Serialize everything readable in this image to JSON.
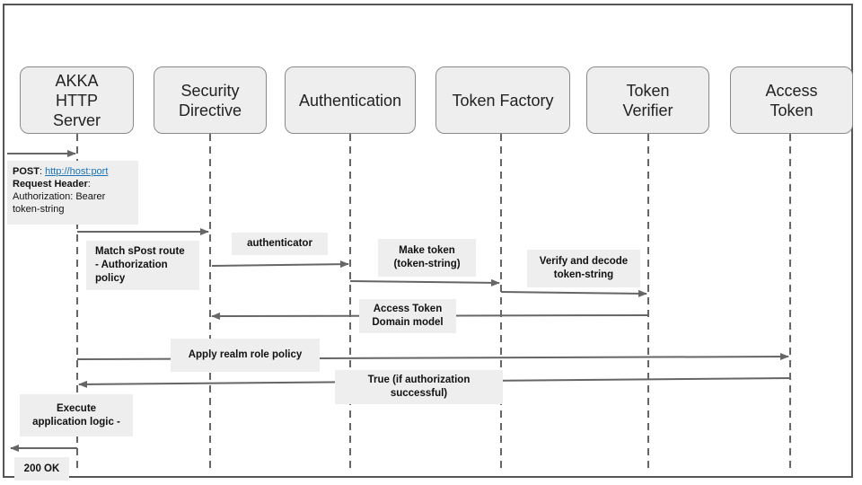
{
  "actors": [
    {
      "id": "akka",
      "label": "AKKA\nHTTP\nServer"
    },
    {
      "id": "security",
      "label": "Security\nDirective"
    },
    {
      "id": "auth",
      "label": "Authentication"
    },
    {
      "id": "factory",
      "label": "Token Factory"
    },
    {
      "id": "verifier",
      "label": "Token\nVerifier"
    },
    {
      "id": "access",
      "label": "Access\nToken"
    }
  ],
  "request": {
    "post_label": "POST",
    "post_sep": ": ",
    "post_url": "http://host:port",
    "header_label": "Request Header",
    "header_sep": ":",
    "auth_line": "Authorization: Bearer",
    "token_line": "token-string"
  },
  "messages": {
    "match_route": "Match sPost route\n -  Authorization\npolicy",
    "authenticator": "authenticator",
    "make_token": "Make token\n(token-string)",
    "verify_decode": "Verify and decode\ntoken-string",
    "access_token_domain": "Access Token\nDomain model",
    "apply_realm": "Apply realm role  policy",
    "true_if": "True (if authorization\nsuccessful)",
    "execute": "Execute\napplication logic -",
    "ok": "200 OK"
  },
  "colors": {
    "box_fill": "#eeeeee",
    "box_border": "#8a8a8a",
    "line": "#666666",
    "link": "#1a73b8"
  }
}
